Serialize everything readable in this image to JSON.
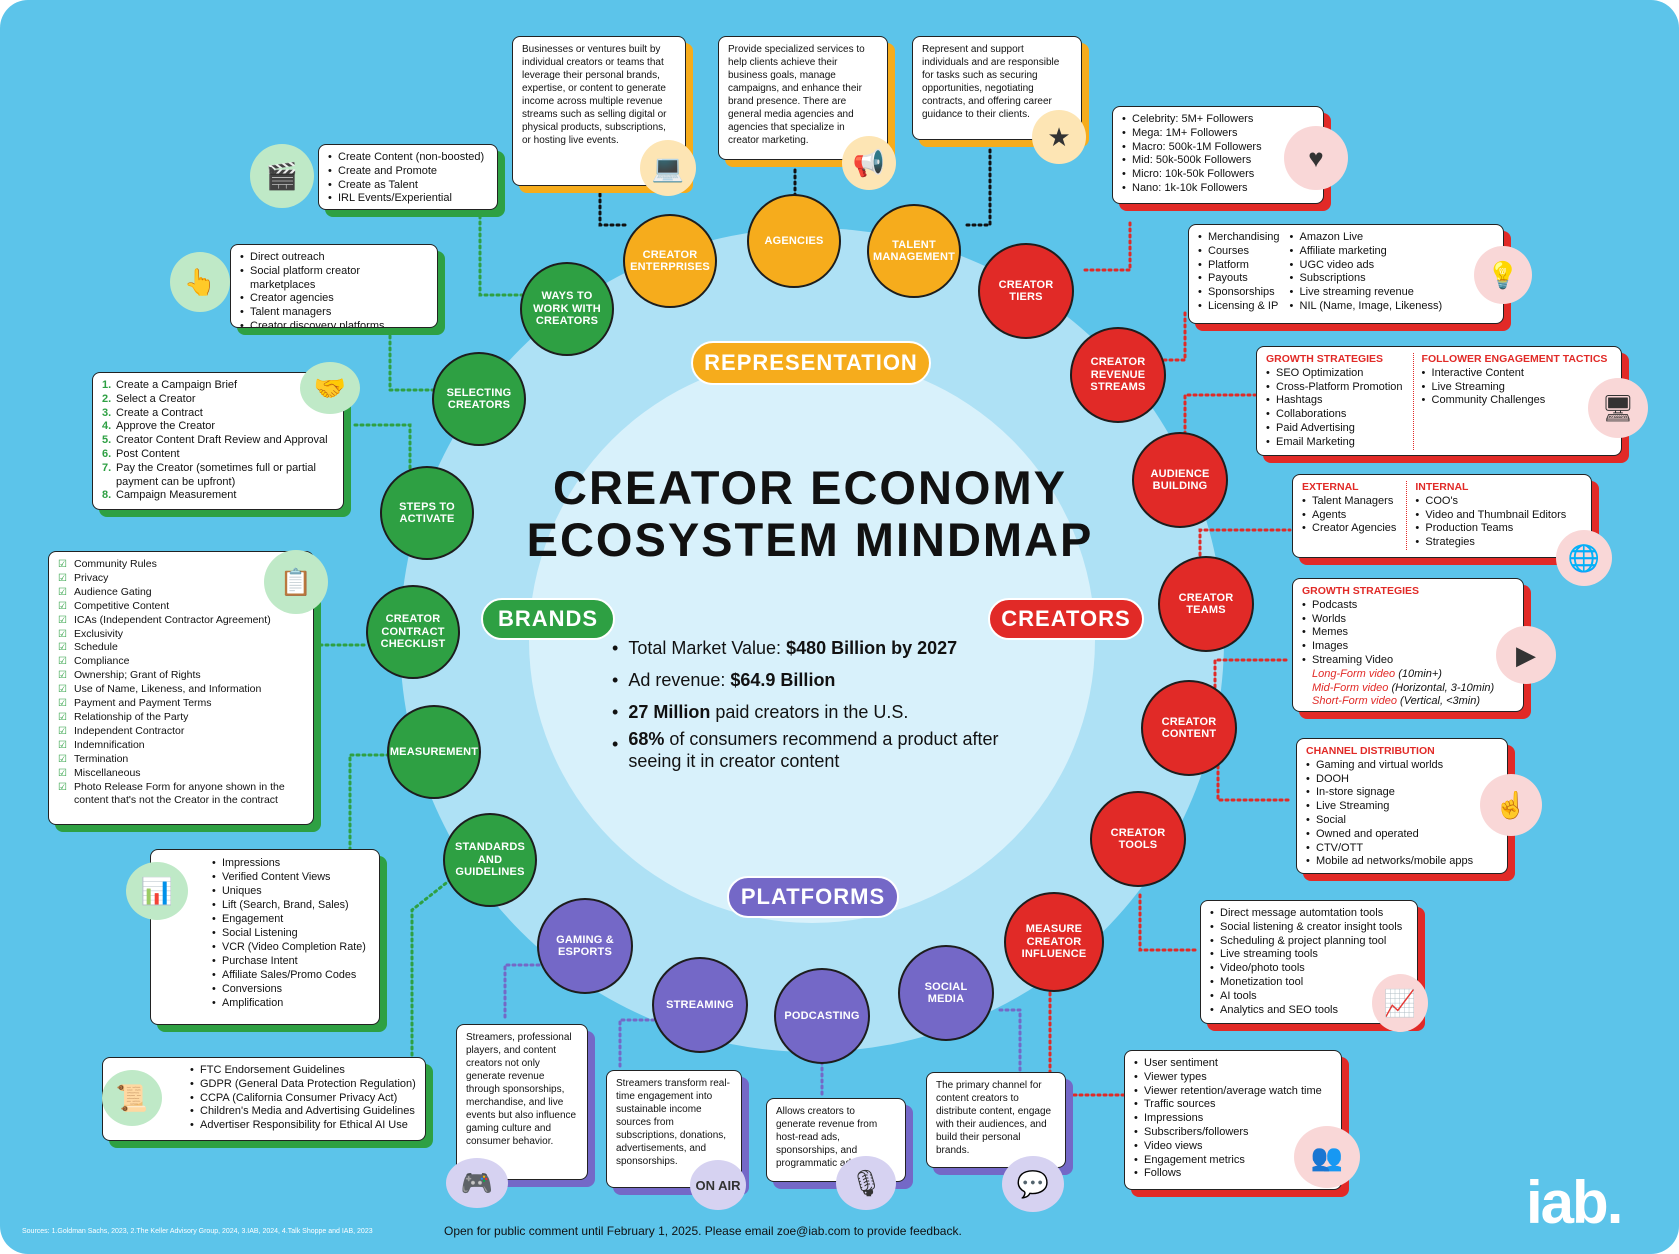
{
  "title": {
    "line1": "CREATOR ECONOMY",
    "line2": "ECOSYSTEM MINDMAP"
  },
  "sections": {
    "representation": "REPRESENTATION",
    "brands": "BRANDS",
    "creators": "CREATORS",
    "platforms": "PLATFORMS"
  },
  "stats": [
    {
      "label": "Total Market Value: ",
      "value": "$480 Billion by 2027",
      "tail": ""
    },
    {
      "label": "Ad revenue: ",
      "value": "$64.9 Billion",
      "tail": ""
    },
    {
      "label": "",
      "value": "27 Million",
      "tail": " paid creators in the U.S."
    },
    {
      "label": "",
      "value": "68%",
      "tail": " of consumers recommend a product after seeing it in creator content"
    }
  ],
  "nodes": {
    "creator_enterprises": "Creator Enterprises",
    "agencies": "Agencies",
    "talent_management": "Talent Management",
    "ways_to_work": "Ways to Work with Creators",
    "selecting_creators": "Selecting Creators",
    "steps_to_activate": "Steps to Activate",
    "contract_checklist": "Creator Contract Checklist",
    "measurement": "Measurement",
    "standards": "Standards and Guidelines",
    "creator_tiers": "Creator Tiers",
    "revenue_streams": "Creator Revenue Streams",
    "audience_building": "Audience Building",
    "creator_teams": "Creator Teams",
    "creator_content": "Creator Content",
    "creator_tools": "Creator Tools",
    "measure_influence": "Measure Creator Influence",
    "gaming": "Gaming & Esports",
    "streaming": "Streaming",
    "podcasting": "Podcasting",
    "social_media": "Social Media"
  },
  "boxes": {
    "creator_enterprises": "Businesses or ventures built by individual creators or teams that leverage their personal brands, expertise, or content to generate income across multiple revenue streams such as selling digital or physical products, subscriptions, or hosting live events.",
    "agencies": "Provide specialized services to help clients achieve their business goals, manage campaigns, and enhance their brand presence. There are general media agencies and agencies that specialize in creator marketing.",
    "talent_management": "Represent and support individuals and are responsible for tasks such as securing opportunities, negotiating contracts, and offering career guidance to their clients.",
    "ways_to_work": [
      "Create Content (non-boosted)",
      "Create and Promote",
      "Create as Talent",
      "IRL Events/Experiential"
    ],
    "selecting_creators": [
      "Direct outreach",
      "Social platform creator marketplaces",
      "Creator agencies",
      "Talent managers",
      "Creator discovery platforms"
    ],
    "steps_to_activate": [
      "Create a Campaign Brief",
      "Select a Creator",
      "Create a Contract",
      "Approve the Creator",
      "Creator Content Draft Review and Approval",
      "Post Content",
      "Pay the Creator (sometimes full or partial payment can be upfront)",
      "Campaign Measurement"
    ],
    "contract_checklist": [
      "Community Rules",
      "Privacy",
      "Audience Gating",
      "Competitive Content",
      "ICAs (Independent Contractor Agreement)",
      "Exclusivity",
      "Schedule",
      "Compliance",
      "Ownership; Grant of Rights",
      "Use of Name, Likeness, and Information",
      "Payment and Payment Terms",
      "Relationship of the Party",
      "Independent Contractor",
      "Indemnification",
      "Termination",
      "Miscellaneous",
      "Photo Release Form for anyone shown in the content that's not the Creator in the contract"
    ],
    "measurement": [
      "Impressions",
      "Verified Content Views",
      "Uniques",
      "Lift (Search, Brand, Sales)",
      "Engagement",
      "Social Listening",
      "VCR (Video Completion Rate)",
      "Purchase Intent",
      "Affiliate Sales/Promo Codes",
      "Conversions",
      "Amplification"
    ],
    "standards": [
      "FTC Endorsement Guidelines",
      "GDPR (General Data Protection Regulation)",
      "CCPA (California Consumer Privacy Act)",
      "Children's Media and Advertising Guidelines",
      "Advertiser Responsibility for Ethical AI Use"
    ],
    "creator_tiers": [
      "Celebrity: 5M+ Followers",
      "Mega: 1M+ Followers",
      "Macro: 500k-1M Followers",
      "Mid: 50k-500k Followers",
      "Micro: 10k-50k  Followers",
      "Nano: 1k-10k Followers"
    ],
    "revenue_streams": {
      "left": [
        "Merchandising",
        "Courses",
        "Platform",
        "Payouts",
        "Sponsorships",
        "Licensing & IP"
      ],
      "right": [
        "Amazon Live",
        "Affiliate marketing",
        "UGC video ads",
        "Subscriptions",
        "Live streaming revenue",
        "NIL (Name, Image, Likeness)"
      ]
    },
    "audience_building": {
      "left_header": "Growth Strategies",
      "left": [
        "SEO Optimization",
        "Cross-Platform Promotion",
        "Hashtags",
        "Collaborations",
        "Paid Advertising",
        "Email Marketing"
      ],
      "right_header": "Follower Engagement Tactics",
      "right": [
        "Interactive Content",
        "Live Streaming",
        "Community Challenges"
      ]
    },
    "creator_teams": {
      "left_header": "External",
      "left": [
        "Talent Managers",
        "Agents",
        "Creator Agencies"
      ],
      "right_header": "Internal",
      "right": [
        "COO's",
        "Video and Thumbnail Editors",
        "Production Teams",
        "Strategies"
      ]
    },
    "creator_content": {
      "header": "Growth Strategies",
      "items": [
        "Podcasts",
        "Worlds",
        "Memes",
        "Images",
        "Streaming Video"
      ],
      "video_types": [
        {
          "name": "Long-Form video",
          "detail": " (10min+)"
        },
        {
          "name": "Mid-Form video",
          "detail": " (Horizontal, 3-10min)"
        },
        {
          "name": "Short-Form video",
          "detail": " (Vertical, <3min)"
        }
      ]
    },
    "channel_distribution": {
      "header": "Channel Distribution",
      "items": [
        "Gaming and virtual worlds",
        "DOOH",
        "In-store signage",
        "Live Streaming",
        "Social",
        "Owned and operated",
        "CTV/OTT",
        "Mobile ad networks/mobile apps"
      ]
    },
    "creator_tools": [
      "Direct message automtation tools",
      "Social listening & creator insight tools",
      "Scheduling & project planning tool",
      "Live streaming tools",
      "Video/photo tools",
      "Monetization tool",
      "AI tools",
      "Analytics and SEO tools"
    ],
    "measure_influence": [
      "User sentiment",
      "Viewer types",
      "Viewer retention/average watch time",
      "Traffic sources",
      "Impressions",
      "Subscribers/followers",
      "Video views",
      "Engagement metrics",
      "Follows"
    ],
    "gaming": "Streamers, professional players, and content creators not only generate revenue through sponsorships, merchandise, and live events but also influence gaming culture and consumer behavior.",
    "streaming": "Streamers transform real-time engagement into sustainable income sources from subscriptions, donations, advertisements, and sponsorships.",
    "podcasting": "Allows creators to generate revenue from host-read ads, sponsorships, and programmatic ads.",
    "social_media": "The primary channel for content creators to distribute content, engage with their audiences, and build their personal brands."
  },
  "icons": {
    "ways_to_work": "content-media-icon",
    "selecting_creators": "select-creator-icon",
    "steps": "handshake-icon",
    "checklist": "checklist-icon",
    "measurement": "analytics-monitor-icon",
    "standards": "certificate-icon",
    "enterprises": "creator-desk-icon",
    "agencies": "megaphone-icon",
    "talent": "star-rating-icon",
    "tiers": "hearts-network-icon",
    "revenue": "creator-revenue-icon",
    "audience": "audience-monitor-icon",
    "teams": "team-globe-icon",
    "content": "video-content-icon",
    "channels": "distribution-tap-icon",
    "tools": "growth-chart-icon",
    "influence": "influence-people-icon",
    "gaming": "gamepad-icon",
    "streaming": "on-air-icon",
    "podcasting": "microphone-icon",
    "social": "social-bubbles-icon"
  },
  "colors": {
    "brands": "#2ea043",
    "creators": "#e12a27",
    "representation": "#f6ac1c",
    "platforms": "#7468c7",
    "background": "#5cc4ea"
  },
  "footer": "Open for public comment until February 1, 2025. Please email zoe@iab.com to provide feedback.",
  "sources": "Sources: 1.Goldman Sachs, 2023, 2.The Keller Advisory Group, 2024, 3.IAB, 2024, 4.Talk Shoppe and IAB, 2023",
  "logo": "iab."
}
